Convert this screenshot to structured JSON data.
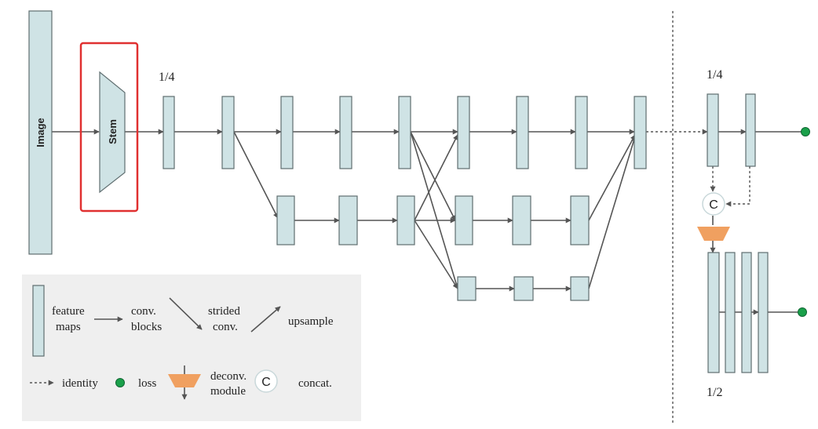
{
  "blocks": {
    "image_label": "Image",
    "stem_label": "Stem",
    "concat_symbol": "C"
  },
  "scales": {
    "left_quarter": "1/4",
    "right_quarter": "1/4",
    "right_half": "1/2"
  },
  "legend": {
    "feature_maps": [
      "feature",
      "maps"
    ],
    "conv_blocks": [
      "conv.",
      "blocks"
    ],
    "strided_conv": [
      "strided",
      "conv."
    ],
    "upsample": "upsample",
    "identity": "identity",
    "loss": "loss",
    "deconv_module": [
      "deconv.",
      "module"
    ],
    "concat_symbol": "C",
    "concat": "concat."
  },
  "colors": {
    "feature_map_fill": "#cfe3e5",
    "stem_highlight": "#e03030",
    "deconv_fill": "#f0a060",
    "loss_dot": "#1aa04a",
    "legend_bg": "#efefef"
  }
}
